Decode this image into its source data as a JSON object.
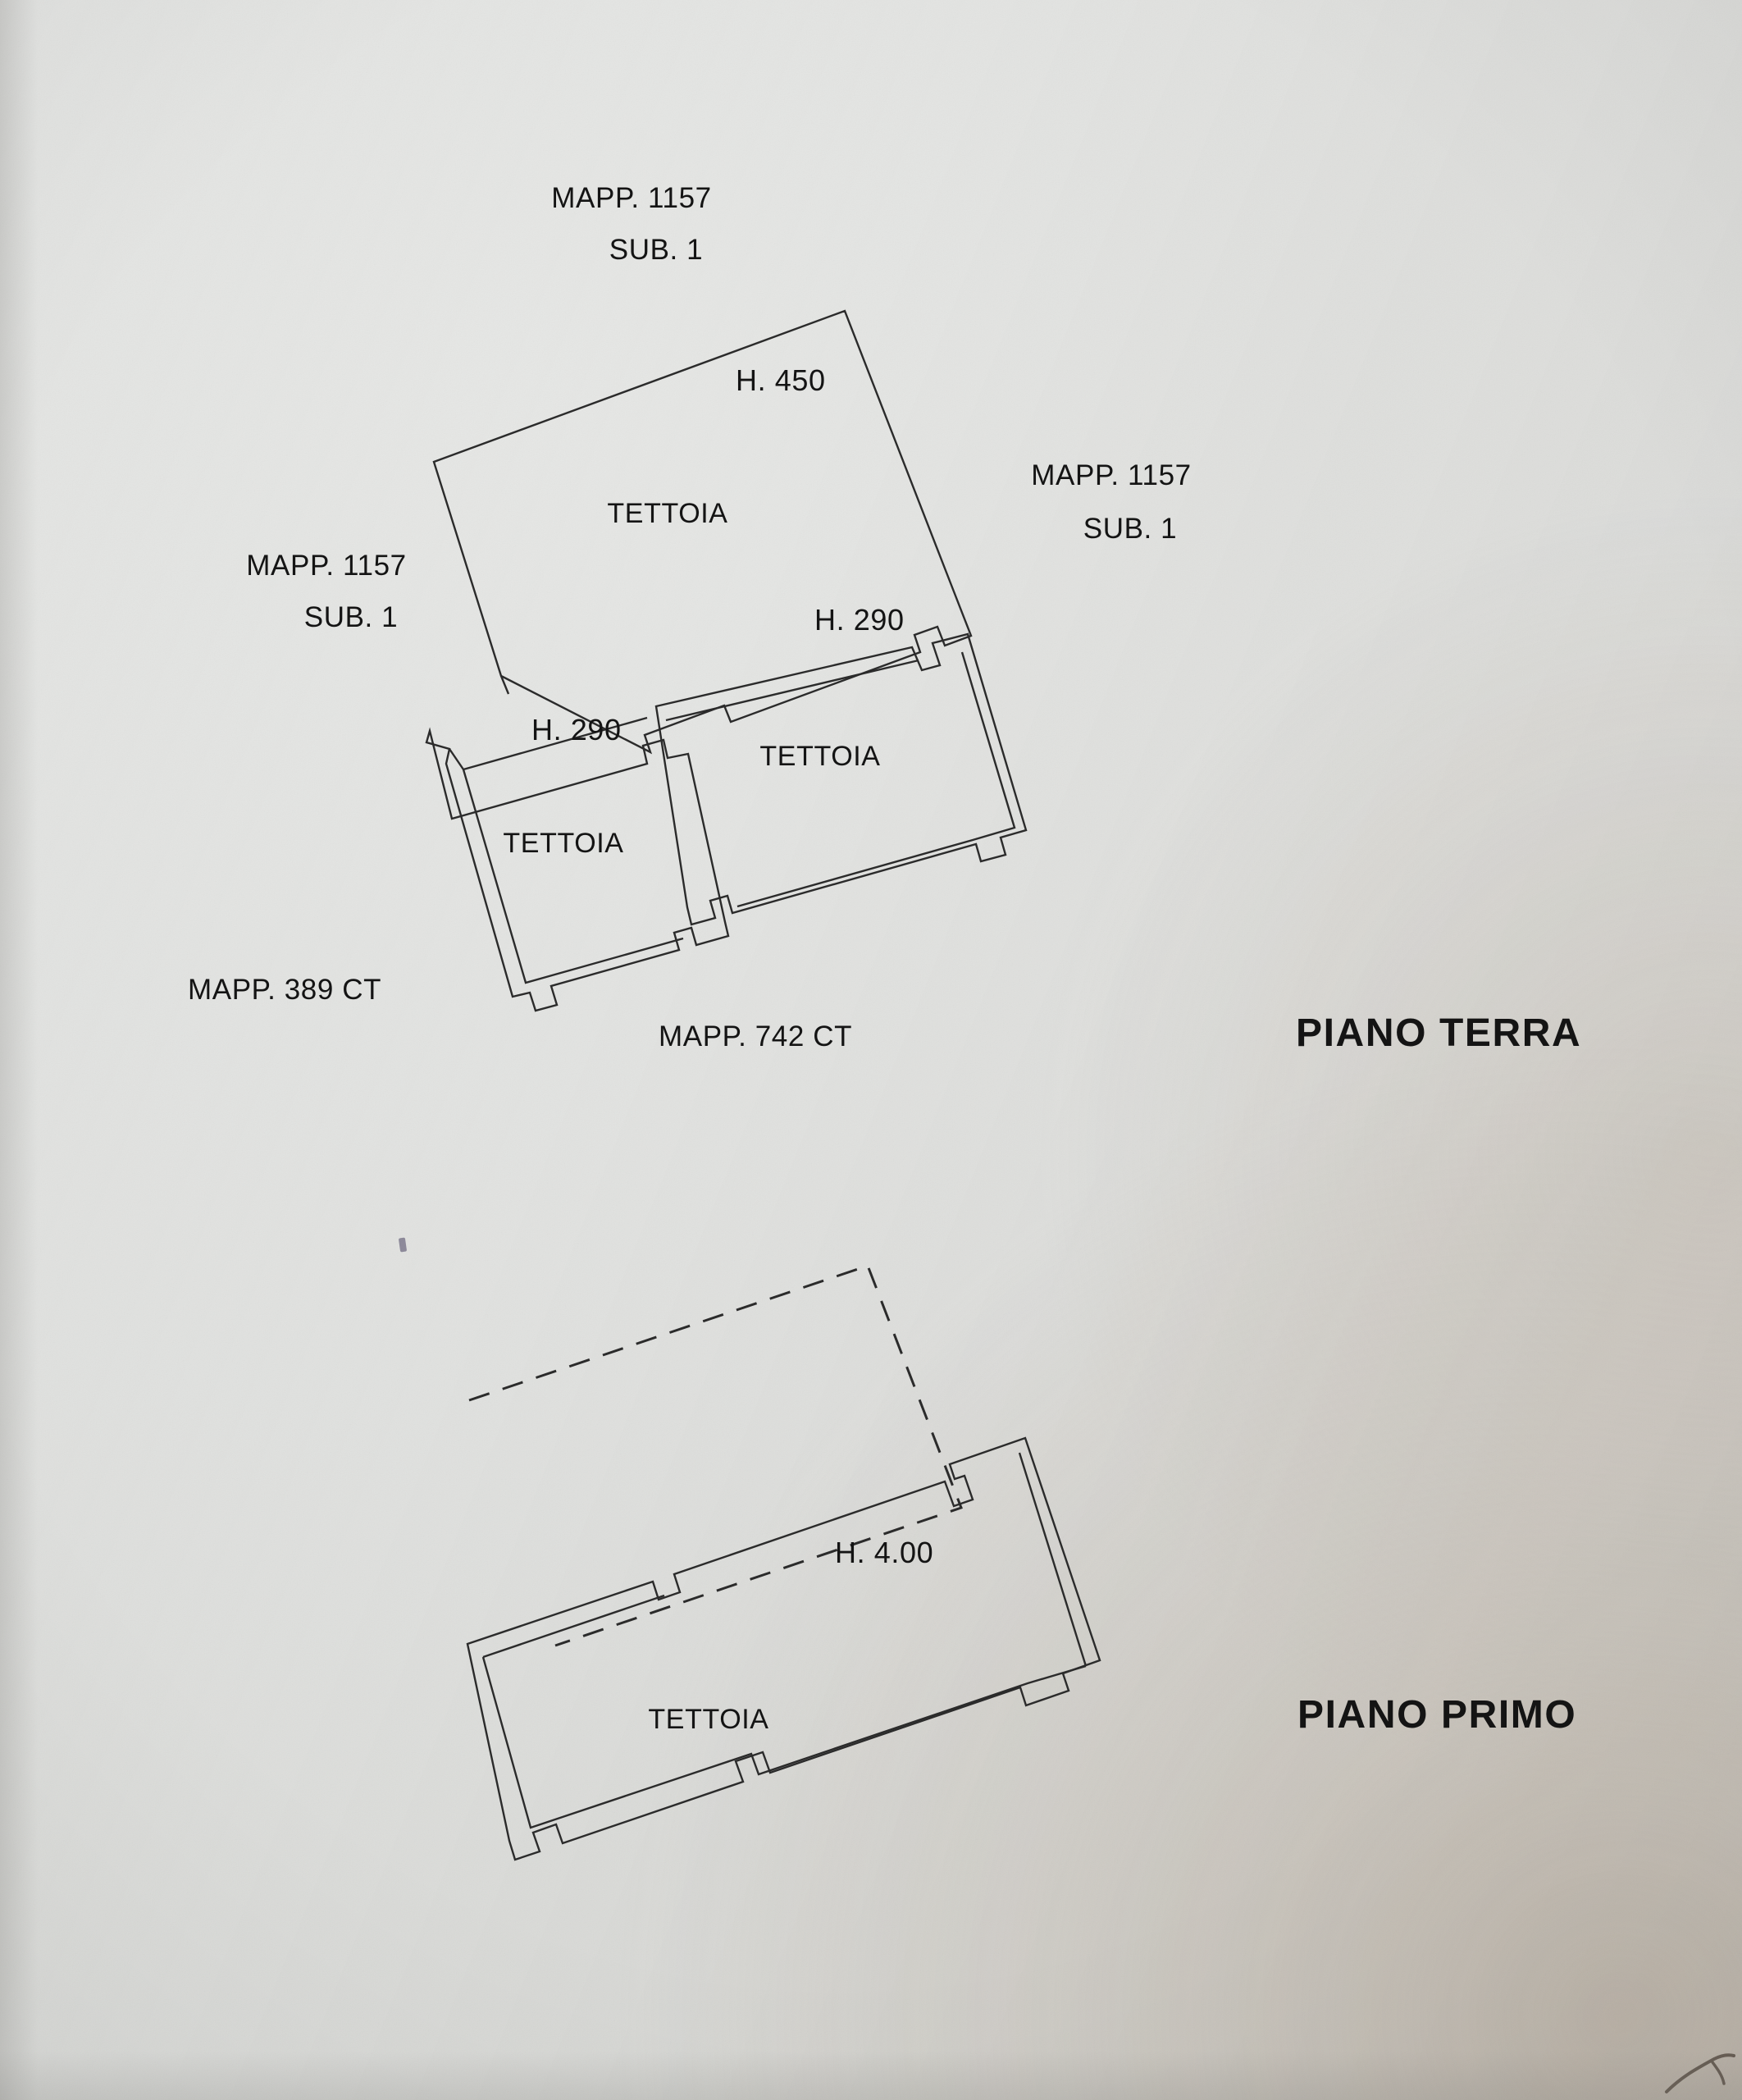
{
  "document": {
    "type": "cadastral-floor-plan",
    "language": "it",
    "background_color": "#dfe0de",
    "ink_color": "#1a1a1a"
  },
  "annotations": {
    "parcel_top": {
      "line1": "MAPP. 1157",
      "line2": "SUB. 1"
    },
    "parcel_right": {
      "line1": "MAPP. 1157",
      "line2": "SUB. 1"
    },
    "parcel_left": {
      "line1": "MAPP. 1157",
      "line2": "SUB. 1"
    },
    "parcel_bottom_left": "MAPP. 389 CT",
    "parcel_bottom_center": "MAPP. 742 CT"
  },
  "ground_floor": {
    "title": "PIANO TERRA",
    "rooms": [
      {
        "name": "TETTOIA",
        "height_label": "H. 450"
      },
      {
        "name": "TETTOIA",
        "height_label": "H. 290"
      },
      {
        "name": "TETTOIA",
        "height_label": "H. 290"
      }
    ],
    "room_label_upper": "TETTOIA",
    "room_label_lower_right": "TETTOIA",
    "room_label_lower_left": "TETTOIA",
    "height_upper": "H. 450",
    "height_lower_right": "H. 290",
    "height_lower_left": "H. 290"
  },
  "first_floor": {
    "title": "PIANO PRIMO",
    "rooms": [
      {
        "name": "TETTOIA",
        "height_label": "H. 4.00"
      }
    ],
    "room_label": "TETTOIA",
    "height_label": "H. 4.00",
    "dashed_outline_note": "projection of floor below shown dashed"
  }
}
